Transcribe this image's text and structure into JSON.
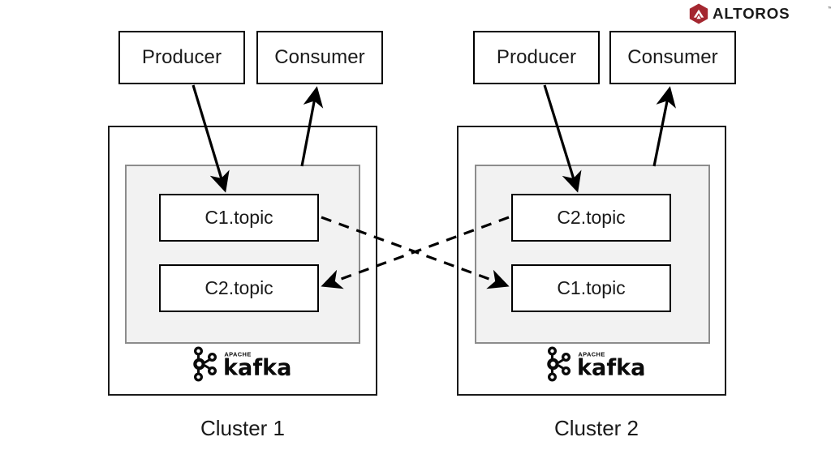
{
  "branding": {
    "logo_name": "altoros-logo",
    "logo_text": "ALTOROS",
    "logo_hex_color": "#A42730",
    "logo_text_color": "#1A1A1A",
    "trademark": "™"
  },
  "diagram": {
    "title_absent": true,
    "background_color": "#FFFFFF",
    "stroke_color": "#000000",
    "panel_fill_color": "#F2F2F2",
    "panel_border_color": "#8C8C8C"
  },
  "clusters": [
    {
      "caption": "Cluster 1",
      "producer_label": "Producer",
      "consumer_label": "Consumer",
      "topics": [
        {
          "label": "C1.topic",
          "role": "local"
        },
        {
          "label": "C2.topic",
          "role": "replicated"
        }
      ],
      "platform_logo": {
        "icon_name": "kafka-icon",
        "vendor": "APACHE",
        "product": "kafka",
        "registered_mark": "®"
      }
    },
    {
      "caption": "Cluster 2",
      "producer_label": "Producer",
      "consumer_label": "Consumer",
      "topics": [
        {
          "label": "C2.topic",
          "role": "local"
        },
        {
          "label": "C1.topic",
          "role": "replicated"
        }
      ],
      "platform_logo": {
        "icon_name": "kafka-icon",
        "vendor": "APACHE",
        "product": "kafka",
        "registered_mark": "®"
      }
    }
  ],
  "connections": {
    "producer_to_topic_style": "solid-arrow",
    "topic_to_consumer_style": "solid-arrow",
    "replication_style": "dashed-arrow",
    "replication_pairs": [
      {
        "from": "cluster1.C1.topic",
        "to": "cluster2.C1.topic"
      },
      {
        "from": "cluster2.C2.topic",
        "to": "cluster1.C2.topic"
      }
    ]
  }
}
